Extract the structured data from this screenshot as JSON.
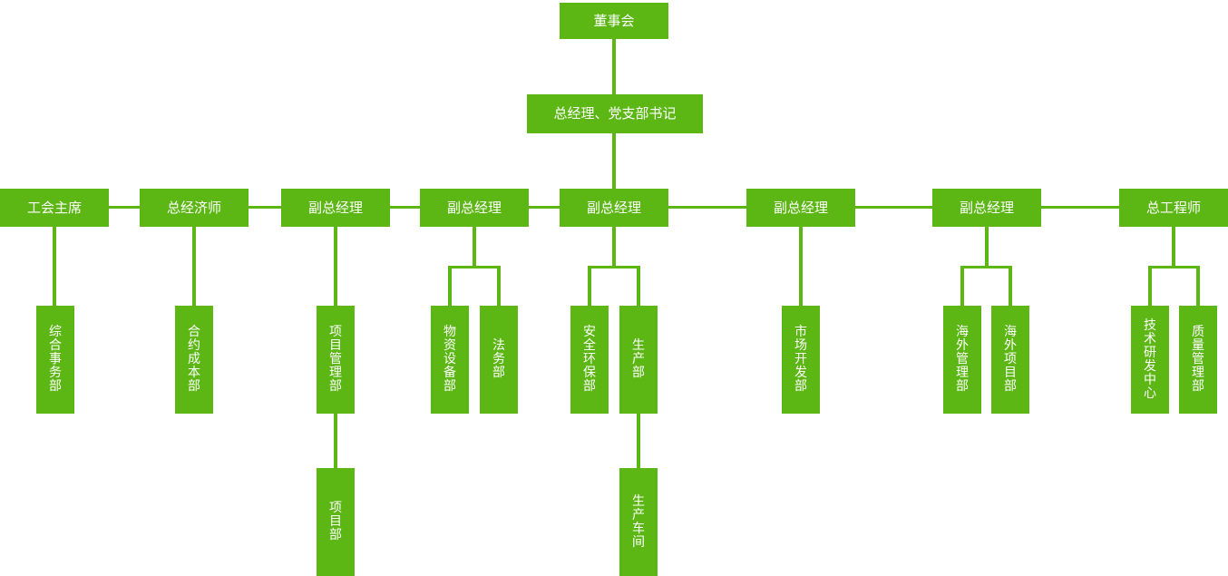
{
  "colors": {
    "node_fill": "#5cb714",
    "connector": "#5cb714",
    "node_text": "#ffffff",
    "background": "#ffffff"
  },
  "nodes": {
    "board": {
      "label": "董事会"
    },
    "gm": {
      "label": "总经理、党支部书记"
    },
    "union_chairman": {
      "label": "工会主席"
    },
    "chief_economist": {
      "label": "总经济师"
    },
    "deputy_gm_1": {
      "label": "副总经理"
    },
    "deputy_gm_2": {
      "label": "副总经理"
    },
    "deputy_gm_3": {
      "label": "副总经理"
    },
    "deputy_gm_4": {
      "label": "副总经理"
    },
    "deputy_gm_5": {
      "label": "副总经理"
    },
    "chief_engineer": {
      "label": "总工程师"
    },
    "general_affairs": {
      "label": "综合事务部"
    },
    "contract_cost": {
      "label": "合约成本部"
    },
    "project_management": {
      "label": "项目管理部"
    },
    "materials_equipment": {
      "label": "物资设备部"
    },
    "legal": {
      "label": "法务部"
    },
    "safety_environment": {
      "label": "安全环保部"
    },
    "production": {
      "label": "生产部"
    },
    "market_development": {
      "label": "市场开发部"
    },
    "overseas_management": {
      "label": "海外管理部"
    },
    "overseas_project": {
      "label": "海外项目部"
    },
    "tech_rd_center": {
      "label": "技术研发中心"
    },
    "quality_management": {
      "label": "质量管理部"
    },
    "project_dept": {
      "label": "项目部"
    },
    "production_workshop": {
      "label": "生产车间"
    }
  },
  "hierarchy": [
    {
      "parent": "董事会",
      "children": [
        "总经理、党支部书记"
      ]
    },
    {
      "parent": "总经理、党支部书记",
      "children": [
        "工会主席",
        "总经济师",
        "副总经理",
        "副总经理",
        "副总经理",
        "副总经理",
        "副总经理",
        "总工程师"
      ]
    },
    {
      "parent": "工会主席",
      "children": [
        "综合事务部"
      ]
    },
    {
      "parent": "总经济师",
      "children": [
        "合约成本部"
      ]
    },
    {
      "parent": "副总经理",
      "parent_index": 1,
      "children": [
        "项目管理部"
      ]
    },
    {
      "parent": "项目管理部",
      "children": [
        "项目部"
      ]
    },
    {
      "parent": "副总经理",
      "parent_index": 2,
      "children": [
        "物资设备部",
        "法务部"
      ]
    },
    {
      "parent": "副总经理",
      "parent_index": 3,
      "children": [
        "安全环保部",
        "生产部"
      ]
    },
    {
      "parent": "生产部",
      "children": [
        "生产车间"
      ]
    },
    {
      "parent": "副总经理",
      "parent_index": 4,
      "children": [
        "市场开发部"
      ]
    },
    {
      "parent": "副总经理",
      "parent_index": 5,
      "children": [
        "海外管理部",
        "海外项目部"
      ]
    },
    {
      "parent": "总工程师",
      "children": [
        "技术研发中心",
        "质量管理部"
      ]
    }
  ]
}
